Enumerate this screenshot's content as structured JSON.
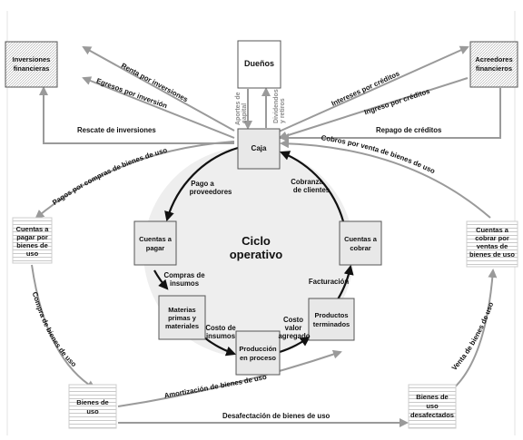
{
  "nodes": {
    "inversiones": [
      "Inversiones",
      "financieras"
    ],
    "duenos": [
      "Dueños"
    ],
    "acreedores": [
      "Acreedores",
      "financieros"
    ],
    "caja": [
      "Caja"
    ],
    "cuentas_pagar_bienes": [
      "Cuentas a",
      "pagar por",
      "bienes de",
      "uso"
    ],
    "cuentas_cobrar_ventas": [
      "Cuentas a",
      "cobrar por",
      "ventas de",
      "bienes de uso"
    ],
    "cuentas_pagar": [
      "Cuentas a",
      "pagar"
    ],
    "cuentas_cobrar": [
      "Cuentas a",
      "cobrar"
    ],
    "materias_primas": [
      "Materias",
      "primas y",
      "materiales"
    ],
    "produccion": [
      "Producción",
      "en proceso"
    ],
    "productos": [
      "Productos",
      "terminados"
    ],
    "bienes_uso": [
      "Bienes de",
      "uso"
    ],
    "bienes_desafectados": [
      "Bienes de",
      "uso",
      "desafectados"
    ]
  },
  "center_title": [
    "Ciclo",
    "operativo"
  ],
  "labels": {
    "renta": "Renta por inversiones",
    "egresos": "Egresos por inversión",
    "rescate": "Rescate de inversiones",
    "aportes": [
      "Aportes de",
      "capital"
    ],
    "dividendos": [
      "Dividendos",
      "y retiros"
    ],
    "intereses": "Intereses por créditos",
    "ingreso_creditos": "Ingreso por créditos",
    "repago": "Repago de créditos",
    "pagos_compras": "Pagos por compras de bienes de uso",
    "cobros_venta": "Cobros por venta de bienes de uso",
    "pago_proveedores": [
      "Pago a",
      "proveedores"
    ],
    "cobranza": [
      "Cobranza",
      "de clientes"
    ],
    "compras_insumos": [
      "Compras de",
      "insumos"
    ],
    "facturacion": "Facturación",
    "costo_insumos": [
      "Costo de",
      "insumos"
    ],
    "costo_valor": [
      "Costo",
      "valor",
      "agregado"
    ],
    "compra_bienes": "Compra de bienes de uso",
    "venta_bienes": "Venta de bienes de uso",
    "amortizacion": "Amortización de bienes de uso",
    "desafectacion": "Desafectación de bienes de uso"
  }
}
